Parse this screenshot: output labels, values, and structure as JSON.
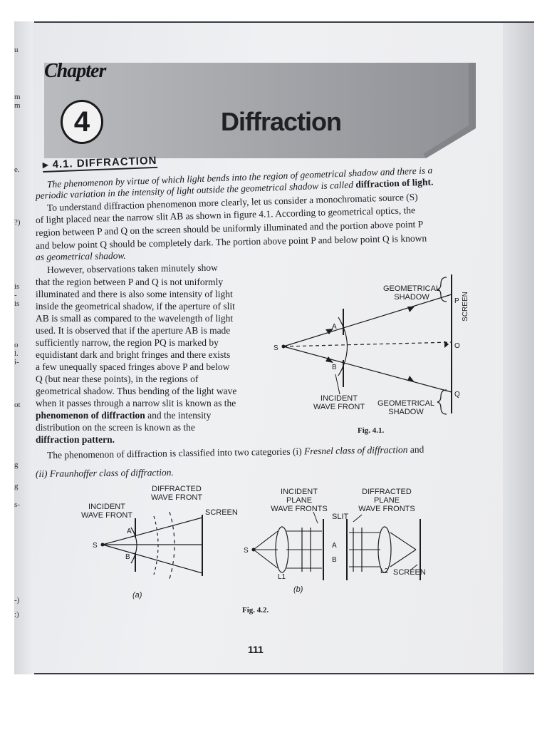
{
  "left_page_fragments": [
    "u",
    "m",
    "m",
    "e.",
    "?)",
    "is",
    "-",
    "is",
    "o",
    "l.",
    "i-",
    "ot",
    "g",
    "g",
    "s-",
    "-)",
    ":)"
  ],
  "chapter": {
    "label": "Chapter",
    "number": "4",
    "title": "Diffraction"
  },
  "section_heading": "4.1. DIFFRACTION",
  "intro": {
    "l1": "The phenomenon by virtue of which light bends into the region of geometrical shadow and there is a",
    "l2": "periodic variation in the intensity of light outside the geometrical shadow is called",
    "l2_bold": "diffraction of light.",
    "l3": "To understand diffraction phenomenon more clearly, let us consider a monochromatic source (S)",
    "l4": "of light placed near the narrow slit AB as shown in figure 4.1. According to geometrical optics, the",
    "l5": "region between P and Q on the screen should be uniformly illuminated and the portion above point P",
    "l6": "and below point Q should be completely dark. The portion above point P and below point Q is known",
    "l7": "as geometrical shadow."
  },
  "para2": {
    "l1": "However, observations taken minutely show",
    "l2": "that the region between P and Q is not uniformly",
    "l3": "illuminated and there is also some intensity of light",
    "l4": "inside the geometrical shadow, if the aperture of slit",
    "l5": "AB is small as compared to the wavelength of light",
    "l6": "used. It is observed that if the aperture AB is made",
    "l7": "sufficiently narrow, the region PQ is marked by",
    "l8": "equidistant dark and bright fringes and there exists",
    "l9": "a few unequally spaced fringes above P and below",
    "l10": "Q (but near these points), in the regions of",
    "l11": "geometrical shadow. Thus bending of the light wave",
    "l12": "when it passes through a narrow slit is known as the",
    "l13_bold": "phenomenon of diffraction",
    "l13": "and the intensity",
    "l14": "distribution on the screen is known as the",
    "l15_bold": "diffraction pattern."
  },
  "para3": {
    "l1_a": "The phenomenon of diffraction is classified into two categories (i)",
    "l1_b": "Fresnel class of diffraction",
    "l1_c": "and",
    "l2_a": "(ii)",
    "l2_b": "Fraunhoffer class of diffraction."
  },
  "fig41": {
    "geo_top_1": "GEOMETRICAL",
    "geo_top_2": "SHADOW",
    "screen": "SCREEN",
    "p": "P",
    "o": "O",
    "q": "Q",
    "s": "S",
    "a": "A",
    "b": "B",
    "incident_1": "INCIDENT",
    "incident_2": "WAVE FRONT",
    "geo_bot_1": "GEOMETRICAL",
    "geo_bot_2": "SHADOW",
    "caption": "Fig. 4.1."
  },
  "fig42": {
    "a_diffracted_1": "DIFFRACTED",
    "a_diffracted_2": "WAVE FRONT",
    "a_incident_1": "INCIDENT",
    "a_incident_2": "WAVE FRONT",
    "a_screen": "SCREEN",
    "a_s": "S",
    "a_a": "A",
    "a_b": "B",
    "a_label": "(a)",
    "b_incident_1": "INCIDENT",
    "b_incident_2": "PLANE",
    "b_incident_3": "WAVE FRONTS",
    "b_diffracted_1": "DIFFRACTED",
    "b_diffracted_2": "PLANE",
    "b_diffracted_3": "WAVE FRONTS",
    "b_slit": "SLIT",
    "b_s": "S",
    "b_a": "A",
    "b_b": "B",
    "b_l1": "L1",
    "b_l2": "L2",
    "b_screen": "SCREEN",
    "b_label": "(b)",
    "caption": "Fig. 4.2."
  },
  "page_number": "111",
  "colors": {
    "banner": "#a7a9ad",
    "banner_dark": "#8c8e93",
    "page": "#eceef0",
    "background": "#3a3d44",
    "ink": "#1c1c20"
  }
}
